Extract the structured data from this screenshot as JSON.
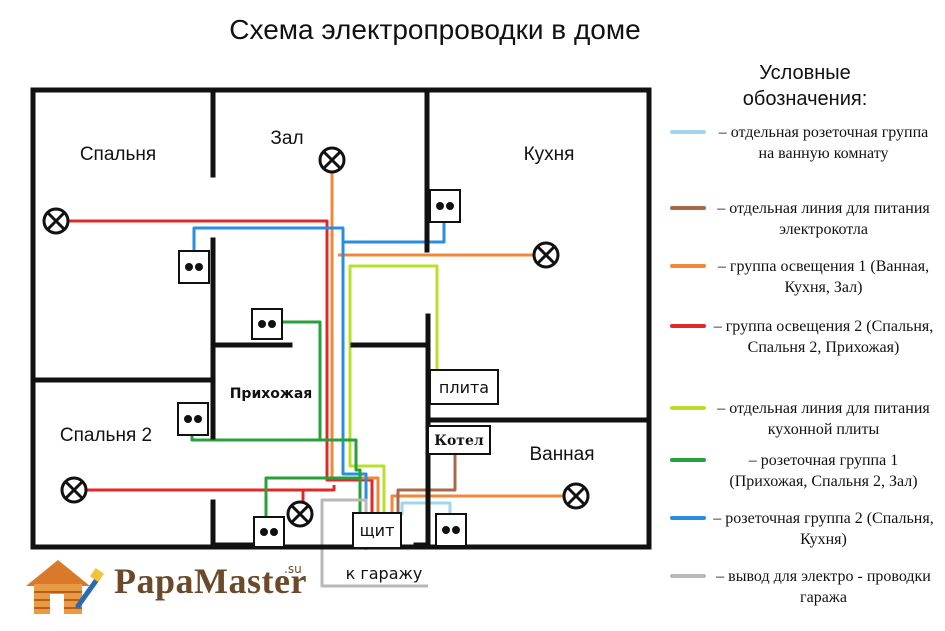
{
  "title": "Схема электропроводки в доме",
  "rooms": {
    "bedroom": "Спальня",
    "hall": "Зал",
    "kitchen": "Кухня",
    "hallway": "Прихожая",
    "bedroom2": "Спальня 2",
    "bathroom": "Ванная"
  },
  "boxes": {
    "stove": "плита",
    "boiler": "Котел",
    "panel": "щит",
    "garage": "к гаражу"
  },
  "legend": {
    "title_line1": "Условные",
    "title_line2": "обозначения:",
    "items": [
      {
        "color": "#9fd6ea",
        "text": "– отдельная розеточная группа на ванную комнату"
      },
      {
        "color": "#a8684a",
        "text": "– отдельная линия для питания электрокотла"
      },
      {
        "color": "#f0883a",
        "text": "– группа освещения 1 (Ванная, Кухня, Зал)"
      },
      {
        "color": "#e02828",
        "text": "– группа освещения 2 (Спальня, Спальня 2, Прихожая)"
      },
      {
        "color": "#b8e02a",
        "text": "– отдельная линия для питания кухонной плиты"
      },
      {
        "color": "#28a03c",
        "text": "– розеточная группа 1 (Прихожая, Спальня 2, Зал)"
      },
      {
        "color": "#2a8ee0",
        "text": "– розеточная группа 2 (Спальня, Кухня)"
      },
      {
        "color": "#b8b8b8",
        "text": "– вывод для электро - проводки гаража"
      }
    ]
  },
  "logo": {
    "text_part1": "Papa",
    "text_part2": "Master",
    "suffix": ".su"
  }
}
